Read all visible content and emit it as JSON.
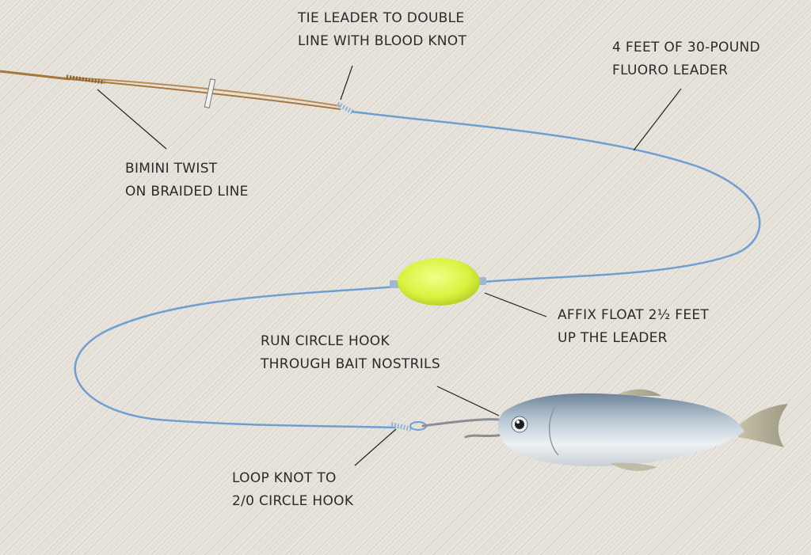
{
  "labels": {
    "tie_leader": [
      "TIE LEADER TO DOUBLE",
      "LINE WITH BLOOD KNOT"
    ],
    "fluoro_leader": [
      "4 FEET OF 30-POUND",
      "FLUORO LEADER"
    ],
    "bimini": [
      "BIMINI TWIST",
      "ON BRAIDED LINE"
    ],
    "affix_float": [
      "AFFIX FLOAT 2½ FEET",
      "UP THE LEADER"
    ],
    "circle_hook": [
      "RUN CIRCLE HOOK",
      "THROUGH BAIT NOSTRILS"
    ],
    "loop_knot": [
      "LOOP KNOT TO",
      "2/0 CIRCLE HOOK"
    ]
  },
  "colors": {
    "braid": "#a8773f",
    "leader": "#6f9fd0",
    "float": "#d9f23e",
    "fish_back": "#7f95aa",
    "fish_belly": "#e8ecef",
    "callout": "#222222"
  }
}
